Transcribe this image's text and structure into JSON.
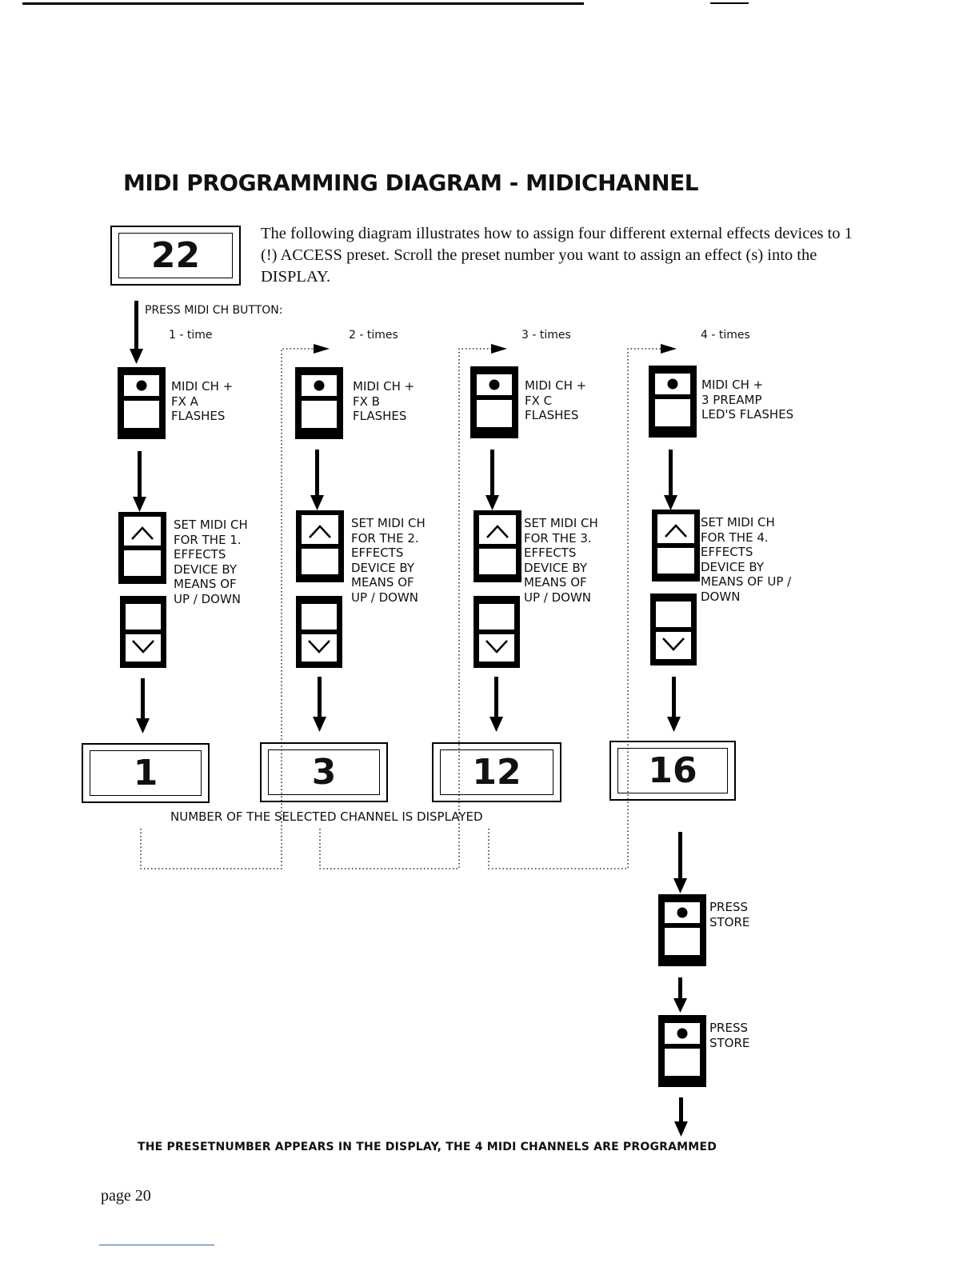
{
  "title": "MIDI PROGRAMMING DIAGRAM - MIDICHANNEL",
  "preset_display": "22",
  "intro": "The following diagram illustrates how to assign four different external effects devices to 1 (!) ACCESS preset. Scroll the preset number you want to assign an effect (s) into the DISPLAY.",
  "press_label": "PRESS MIDI CH BUTTON:",
  "columns": [
    {
      "times": "1 - time",
      "button_lines": [
        "MIDI CH +",
        "FX A",
        "FLASHES"
      ],
      "set_lines": [
        "SET MIDI CH",
        "FOR THE 1.",
        "EFFECTS",
        "DEVICE BY",
        "MEANS OF",
        "UP / DOWN"
      ],
      "channel": "1"
    },
    {
      "times": "2 - times",
      "button_lines": [
        "MIDI CH +",
        "FX B",
        "FLASHES"
      ],
      "set_lines": [
        "SET MIDI CH",
        "FOR THE 2.",
        "EFFECTS",
        "DEVICE BY",
        "MEANS OF",
        "UP / DOWN"
      ],
      "channel": "3"
    },
    {
      "times": "3 - times",
      "button_lines": [
        "MIDI CH +",
        "FX C",
        "FLASHES"
      ],
      "set_lines": [
        "SET MIDI CH",
        "FOR THE 3.",
        "EFFECTS",
        "DEVICE BY",
        "MEANS OF",
        "UP / DOWN"
      ],
      "channel": "12"
    },
    {
      "times": "4 - times",
      "button_lines": [
        "MIDI CH +",
        "3 PREAMP",
        "LED'S FLASHES"
      ],
      "set_lines": [
        "SET MIDI CH",
        "FOR THE 4.",
        "EFFECTS",
        "DEVICE BY",
        "MEANS OF UP /",
        "DOWN"
      ],
      "channel": "16"
    }
  ],
  "channel_caption": "NUMBER OF THE SELECTED CHANNEL IS DISPLAYED",
  "store_steps": [
    {
      "lines": [
        "PRESS",
        "STORE"
      ]
    },
    {
      "lines": [
        "PRESS",
        "STORE"
      ]
    }
  ],
  "footer": "THE PRESETNUMBER APPEARS IN THE DISPLAY, THE 4 MIDI CHANNELS ARE PROGRAMMED",
  "page": "page 20"
}
